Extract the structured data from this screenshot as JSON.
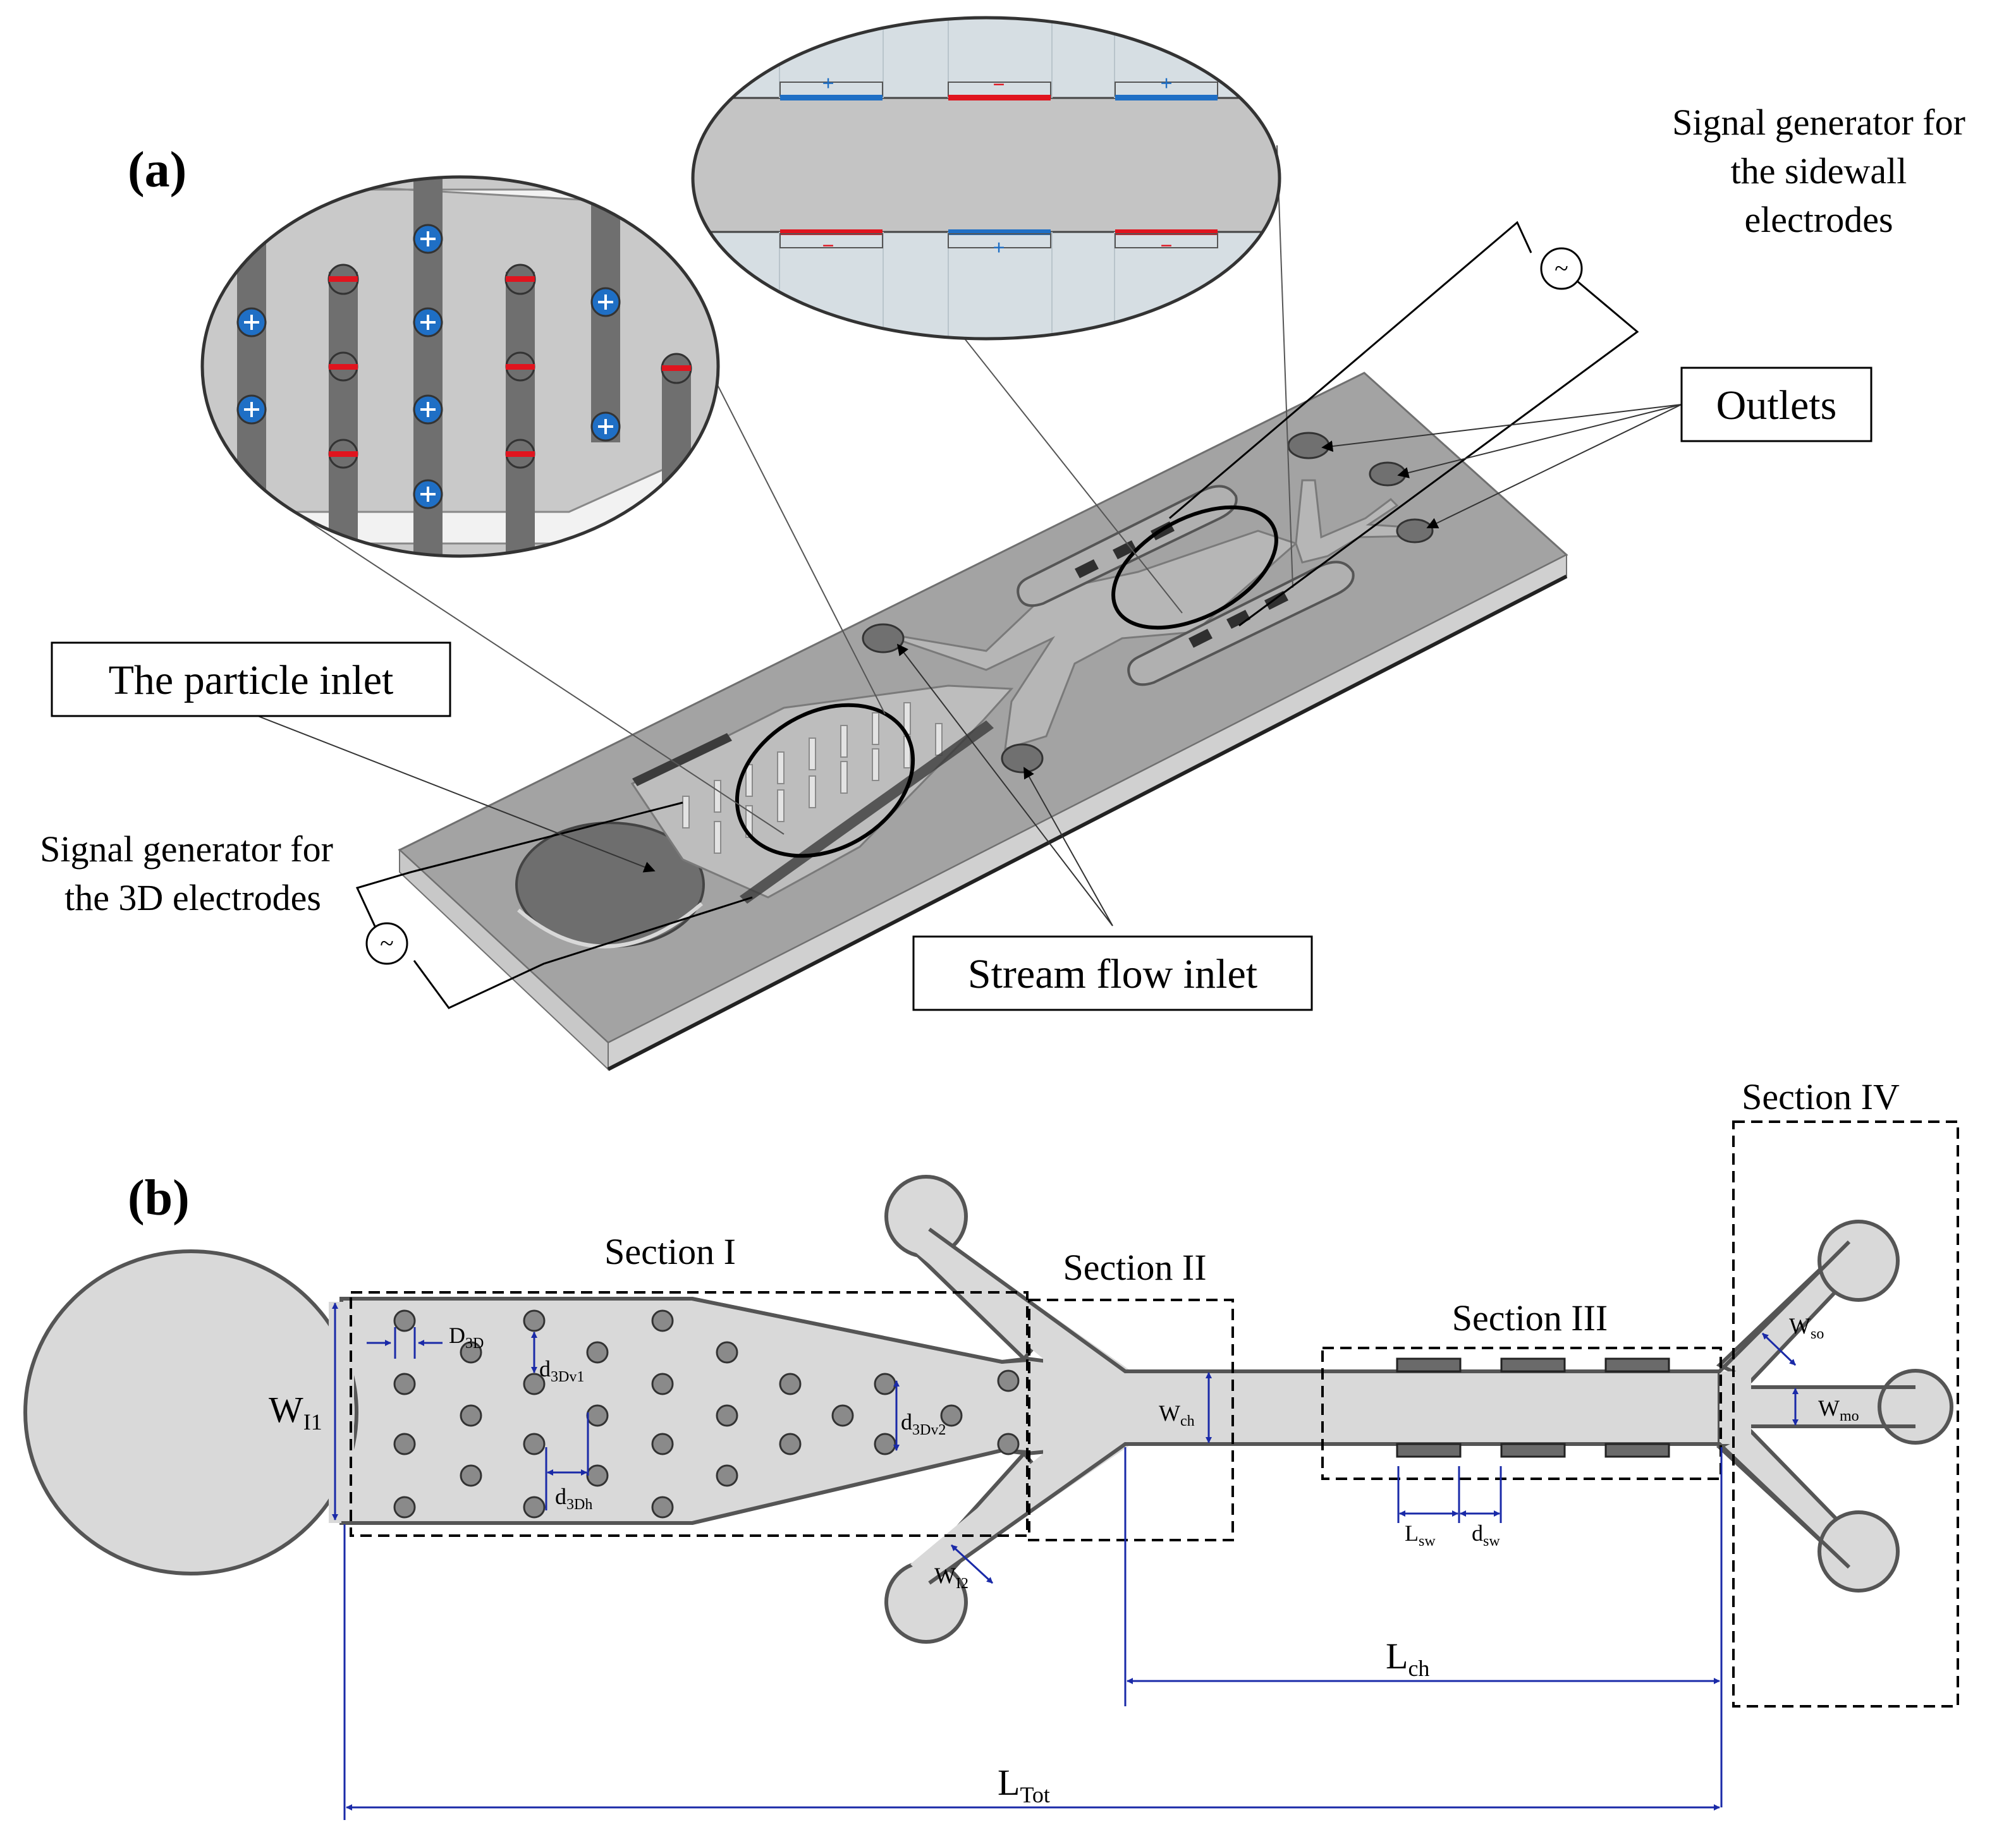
{
  "panel_a": {
    "label": "(a)",
    "labels": {
      "particle_inlet": "The particle inlet",
      "stream_inlet": "Stream flow inlet",
      "outlets": "Outlets",
      "sig3d_line1": "Signal generator for",
      "sig3d_line2": "the 3D electrodes",
      "sigsw_line1": "Signal generator for",
      "sigsw_line2": "the sidewall",
      "sigsw_line3": "electrodes"
    },
    "symbols": {
      "plus": "+",
      "minus": "−",
      "ac": "~"
    }
  },
  "panel_b": {
    "label": "(b)",
    "sections": {
      "s1": "Section I",
      "s2": "Section II",
      "s3": "Section III",
      "s4": "Section IV"
    },
    "dims": {
      "WI1": {
        "base": "W",
        "sub": "I1"
      },
      "D3D": {
        "base": "D",
        "sub": "3D"
      },
      "d3Dv1": {
        "base": "d",
        "sub": "3Dv1"
      },
      "d3Dv2": {
        "base": "d",
        "sub": "3Dv2"
      },
      "d3Dh": {
        "base": "d",
        "sub": "3Dh"
      },
      "WI2": {
        "base": "W",
        "sub": "I2"
      },
      "Wch": {
        "base": "W",
        "sub": "ch"
      },
      "Lsw": {
        "base": "L",
        "sub": "sw"
      },
      "dsw": {
        "base": "d",
        "sub": "sw"
      },
      "Wso": {
        "base": "W",
        "sub": "so"
      },
      "Wmo": {
        "base": "W",
        "sub": "mo"
      },
      "Lch": {
        "base": "L",
        "sub": "ch"
      },
      "LTot": {
        "base": "L",
        "sub": "Tot"
      }
    }
  },
  "colors": {
    "electrode_positive": "#1f6fc5",
    "electrode_negative": "#e0141e",
    "dimension_line": "#1a2aa8",
    "channel_fill": "#d9d9d9",
    "chip_fill": "#9a9a9a"
  }
}
